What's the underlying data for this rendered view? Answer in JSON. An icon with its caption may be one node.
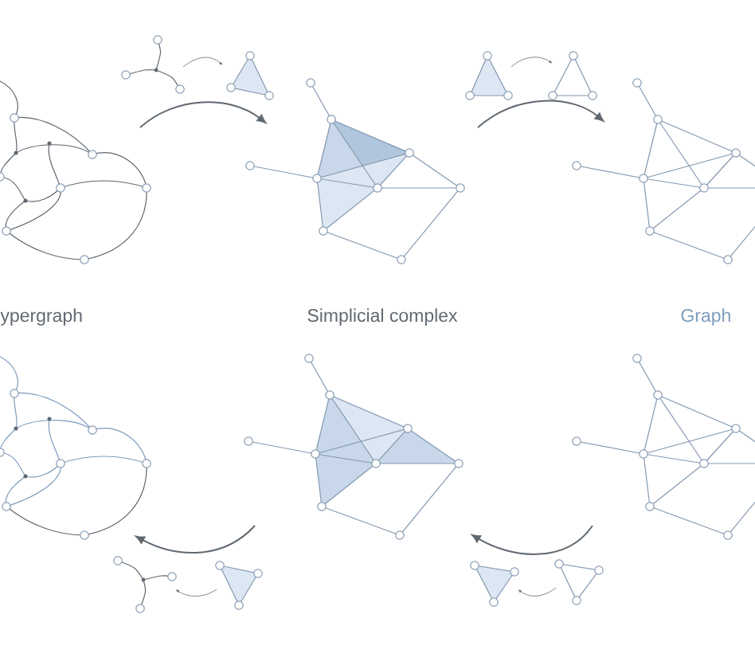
{
  "diagram": {
    "labels": [
      "ypergraph",
      "Simplicial complex",
      "Graph"
    ]
  }
}
